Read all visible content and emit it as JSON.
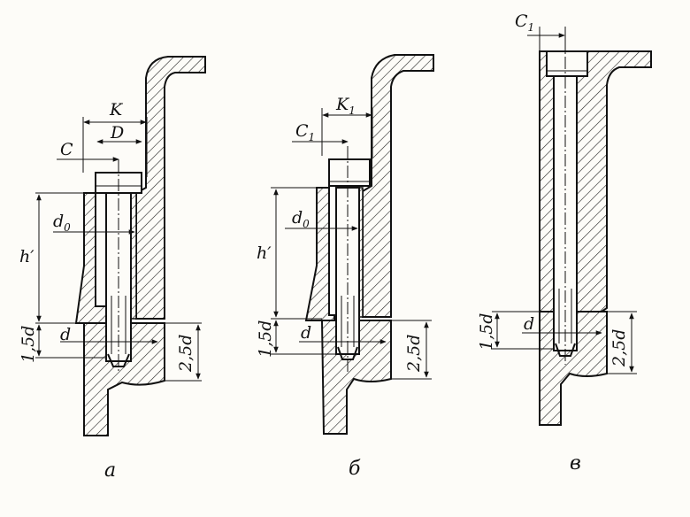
{
  "figures": [
    {
      "caption": "а",
      "labels": {
        "K": "K",
        "D": "D",
        "C": "C",
        "d0": "d",
        "d0_sub": "0",
        "h": "h′",
        "len15": "1,5d",
        "d": "d",
        "len25": "2,5d"
      }
    },
    {
      "caption": "б",
      "labels": {
        "K1": "K",
        "K1_sub": "1",
        "C1": "C",
        "C1_sub": "1",
        "d0": "d",
        "d0_sub": "0",
        "h": "h′",
        "len15": "1,5d",
        "d": "d",
        "len25": "2,5d"
      }
    },
    {
      "caption": "в",
      "labels": {
        "C1": "C",
        "C1_sub": "1",
        "len15": "1,5d",
        "d": "d",
        "len25": "2,5d"
      }
    }
  ]
}
